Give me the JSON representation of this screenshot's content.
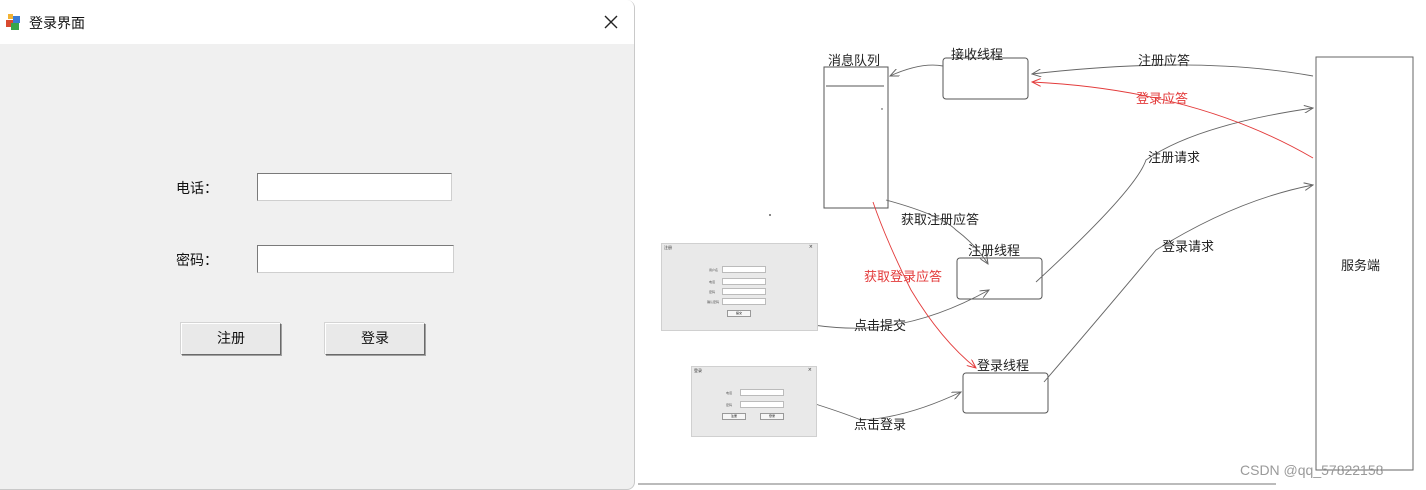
{
  "window": {
    "title": "登录界面",
    "phone_label": "电话：",
    "phone_value": "",
    "password_label": "密码：",
    "password_value": "",
    "register_button": "注册",
    "login_button": "登录"
  },
  "diagram": {
    "message_queue": "消息队列",
    "receive_thread": "接收线程",
    "register_thread": "注册线程",
    "login_thread": "登录线程",
    "server": "服务端",
    "register_response": "注册应答",
    "login_response": "登录应答",
    "register_request": "注册请求",
    "login_request": "登录请求",
    "get_register_response": "获取注册应答",
    "get_login_response": "获取登录应答",
    "click_submit": "点击提交",
    "click_login": "点击登录",
    "colors": {
      "ink": "#222222",
      "red": "#e33b3b"
    },
    "register_thumb": {
      "title": "注册",
      "close": "×",
      "labels": [
        "用户名",
        "电话",
        "密码",
        "确认密码"
      ],
      "submit": "提交"
    },
    "login_thumb": {
      "title": "登录",
      "close": "×",
      "labels": [
        "电话",
        "密码"
      ],
      "buttons": [
        "注册",
        "登录"
      ]
    }
  },
  "watermark": "CSDN @qq_57822158"
}
